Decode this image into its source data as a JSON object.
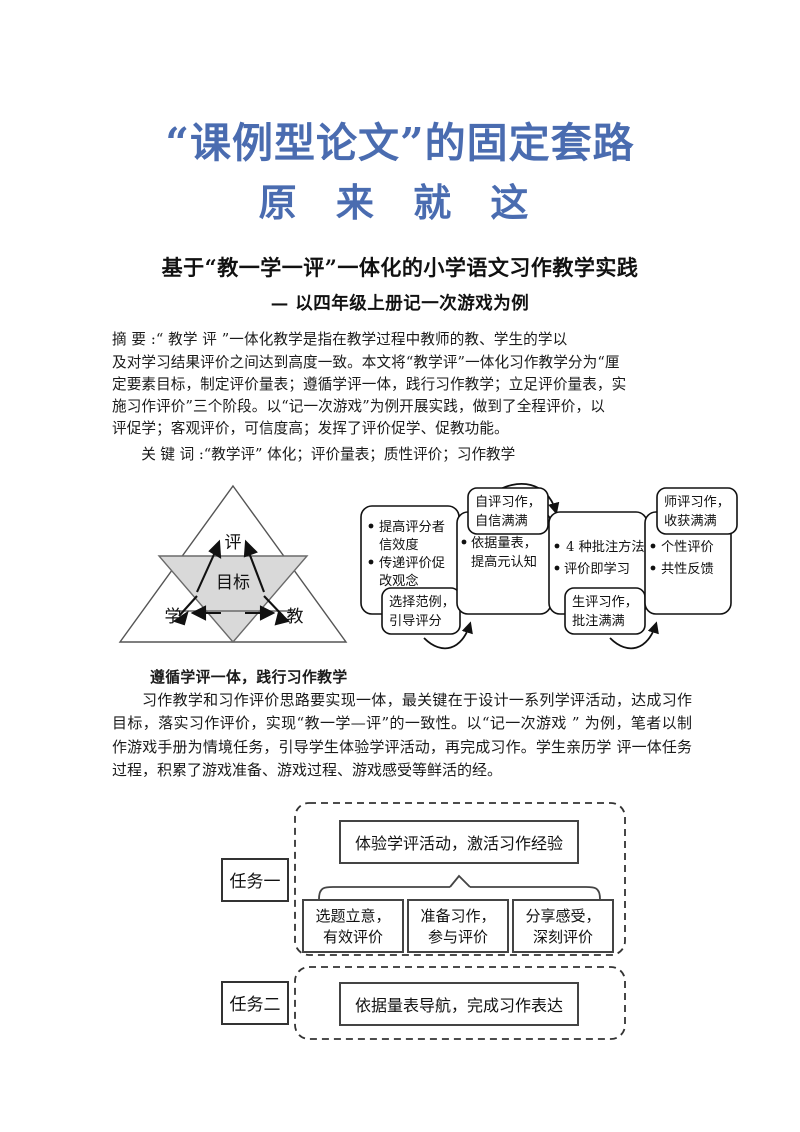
{
  "document": {
    "title_line1": "“课例型论文”的固定套路",
    "title_line2": "原 来 就 这",
    "subtitle1": "基于“教一学一评”一体化的小学语文习作教学实践",
    "subtitle2": "— 以四年级上册记一次游戏为例",
    "title_color": "#4a6cb0"
  },
  "abstract": {
    "line1": "摘 要 :“ 教学 评 ”一体化教学是指在教学过程中教师的教、学生的学以",
    "line2": "及对学习结果评价之间达到高度一致。本文将“教学评”一体化习作教学分为“厘",
    "line3": "定要素目标，制定评价量表；遵循学评一体，践行习作教学；立足评价量表，实",
    "line4": "施习作评价”三个阶段。以“记一次游戏”为例开展实践，做到了全程评价，以",
    "line5": "评促学；客观评价，可信度高；发挥了评价促学、促教功能。",
    "keywords": "关 键 词 :“教学评”  体化；评价量表；质性评价；习作教学"
  },
  "figure1": {
    "triangle": {
      "center_label": "目标",
      "top_label": "评",
      "left_label": "学",
      "right_label": "教",
      "fill_color": "#d9d9d9",
      "stroke_color": "#555555"
    },
    "flow_boxes": [
      {
        "id": "box1",
        "bullets": [
          "提高评分者",
          "信效度",
          "传递评价促",
          "改观念"
        ],
        "b1l1": "提高评分者",
        "b1l2": "信效度",
        "b2l1": "传递评价促",
        "b2l2": "改观念",
        "tag_line1": "选择范例，",
        "tag_line2": "引导评分",
        "tag_position": "bottom-left"
      },
      {
        "id": "box2",
        "b1l1": "依据量表，",
        "b1l2": "提高元认知",
        "tag_line1": "自评习作，",
        "tag_line2": "自信满满",
        "tag_position": "top-left"
      },
      {
        "id": "box3",
        "b1l1": "4 种批注方法",
        "b2l1": "评价即学习",
        "tag_line1": "生评习作，",
        "tag_line2": "批注满满",
        "tag_position": "bottom-right"
      },
      {
        "id": "box4",
        "b1l1": "个性评价",
        "b2l1": "共性反馈",
        "tag_line1": "师评习作，",
        "tag_line2": "收获满满",
        "tag_position": "top-right"
      }
    ]
  },
  "section": {
    "heading": "遵循学评一体，践行习作教学",
    "paragraph": "习作教学和习作评价思路要实现一体，最关键在于设计一系列学评活动，达成习作目标，落实习作评价，实现“教一学—评”的一致性。以“记一次游戏 ” 为例，笔者以制作游戏手册为情境任务，引导学生体验学评活动，再完成习作。学生亲历学 评一体任务过程，积累了游戏准备、游戏过程、游戏感受等鲜活的经。"
  },
  "figure2": {
    "task1": {
      "label": "任务一",
      "main_box": "体验学评活动，激活习作经验",
      "sub_boxes": [
        {
          "line1": "选题立意，",
          "line2": "有效评价"
        },
        {
          "line1": "准备习作，",
          "line2": "参与评价"
        },
        {
          "line1": "分享感受，",
          "line2": "深刻评价"
        }
      ]
    },
    "task2": {
      "label": "任务二",
      "main_box": "依据量表导航，完成习作表达"
    }
  }
}
